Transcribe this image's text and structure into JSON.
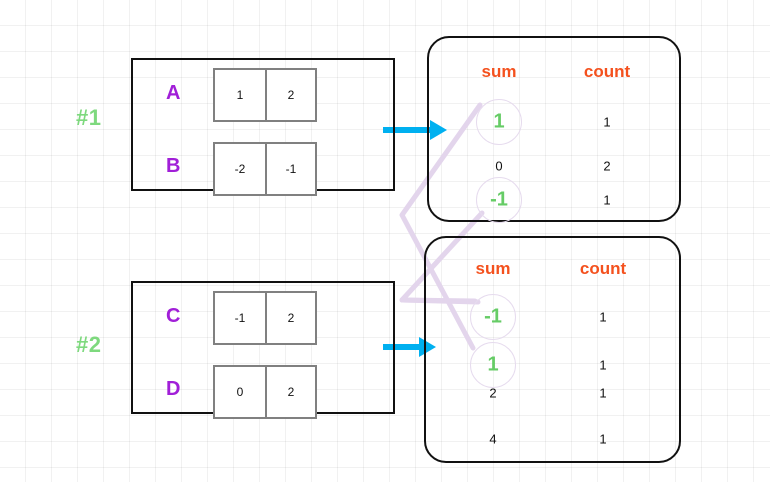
{
  "diagram": {
    "title": "shuffle-sum-count-diagram",
    "colors": {
      "group_border": "#111111",
      "group_label": "#7ed97e",
      "row_letter": "#a11fd8",
      "cell_border": "#808080",
      "header": "#f4511e",
      "highlight": "#66cc66",
      "arrow": "#00b0f0",
      "connector": "#e0cfe8",
      "grid": "#ececec"
    },
    "groups": [
      {
        "label": "#1",
        "rows": [
          {
            "letter": "A",
            "cells": [
              "1",
              "2"
            ]
          },
          {
            "letter": "B",
            "cells": [
              "-2",
              "-1"
            ]
          }
        ]
      },
      {
        "label": "#2",
        "rows": [
          {
            "letter": "C",
            "cells": [
              "-1",
              "2"
            ]
          },
          {
            "letter": "D",
            "cells": [
              "0",
              "2"
            ]
          }
        ]
      }
    ],
    "tables": [
      {
        "name": "top-aggregate-table",
        "headers": {
          "sum": "sum",
          "count": "count"
        },
        "rows": [
          {
            "sum": "1",
            "count": "1",
            "highlight": true
          },
          {
            "sum": "0",
            "count": "2",
            "highlight": false
          },
          {
            "sum": "-1",
            "count": "1",
            "highlight": true
          }
        ]
      },
      {
        "name": "bottom-aggregate-table",
        "headers": {
          "sum": "sum",
          "count": "count"
        },
        "rows": [
          {
            "sum": "-1",
            "count": "1",
            "highlight": true
          },
          {
            "sum": "1",
            "count": "1",
            "highlight": true
          },
          {
            "sum": "2",
            "count": "1",
            "highlight": false
          },
          {
            "sum": "4",
            "count": "1",
            "highlight": false
          }
        ]
      }
    ],
    "arrows": [
      {
        "name": "arrow-group1-to-top-table"
      },
      {
        "name": "arrow-group2-to-bottom-table"
      }
    ],
    "connectors": [
      {
        "name": "connector-top1-to-bottom1"
      },
      {
        "name": "connector-topneg1-to-bottomneg1"
      }
    ]
  }
}
